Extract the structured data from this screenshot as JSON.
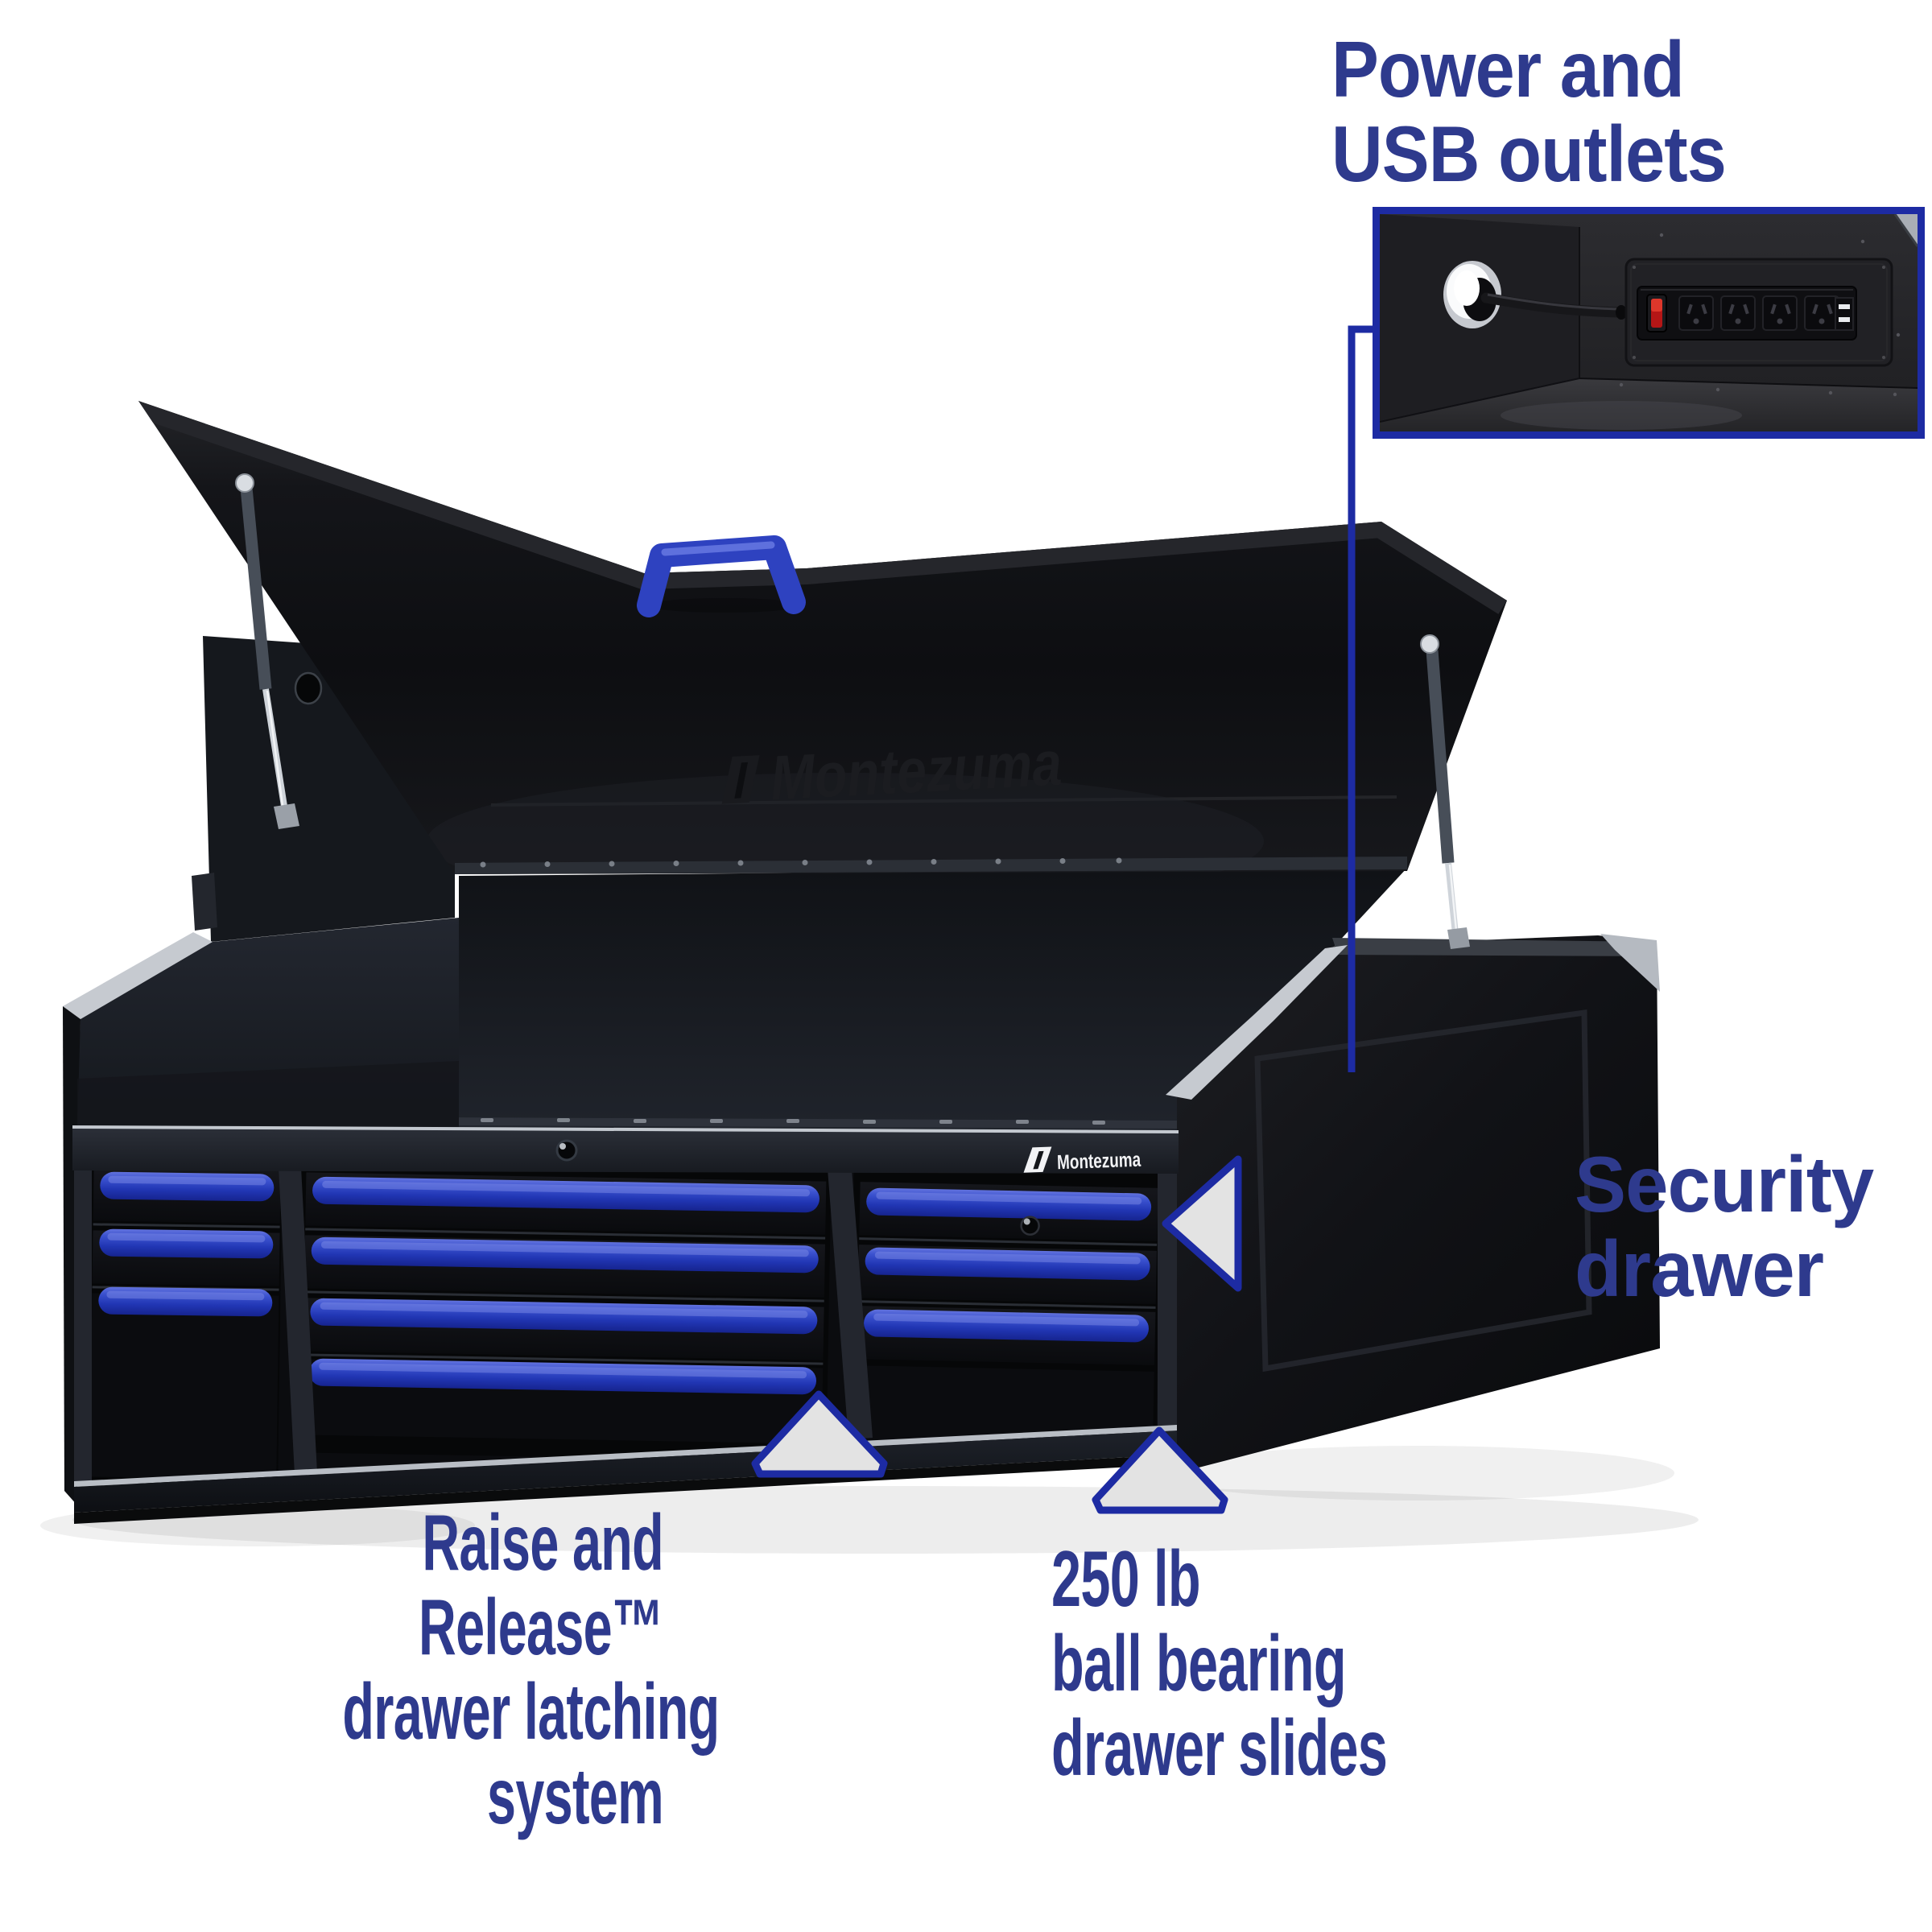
{
  "colors": {
    "label_text": "#2e3a8d",
    "callout_blue": "#1d2ba3",
    "handle_blue": "#2e46c5",
    "triangle_fill": "#e3e3e3",
    "brand_white": "#f2f3f5",
    "switch_red": "#c01818"
  },
  "callouts": {
    "power_usb": {
      "line1": "Power and",
      "line2": "USB outlets"
    },
    "security": {
      "line1": "Security",
      "line2": "drawer"
    },
    "raise_release": {
      "line1": "Raise and",
      "line2": "Release™",
      "line3": "drawer latching",
      "line4": "system"
    },
    "drawer_slides": {
      "line1": "250 lb",
      "line2": "ball bearing",
      "line3": "drawer slides"
    }
  },
  "product": {
    "brand": "Montezuma",
    "lid_embossed_brand": "Montezuma"
  }
}
